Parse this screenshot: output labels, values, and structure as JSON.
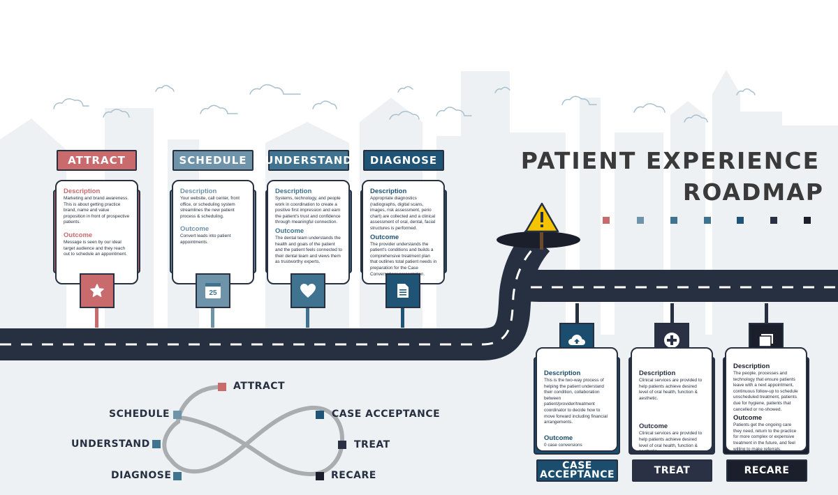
{
  "title": {
    "line1": "PATIENT EXPERIENCE",
    "line2": "ROADMAP"
  },
  "colors": {
    "attract": "#c96a6d",
    "schedule": "#6f93a9",
    "understand": "#3f7390",
    "diagnose": "#1f5476",
    "case_acceptance": "#1a4d6e",
    "treat": "#2a3144",
    "recare": "#1b1f2c",
    "road": "#263041",
    "skyline": "#edf1f4",
    "loop_line": "#a9adb0",
    "palette_dots": [
      "#c96a6d",
      "#6f93a9",
      "#3f7390",
      "#3f7390",
      "#1f5476",
      "#2a3144",
      "#1b1f2c"
    ]
  },
  "stages_top": [
    {
      "title": "ATTRACT",
      "icon": "star-icon",
      "description_label": "Description",
      "description": "Marketing and brand awareness. This is about getting practice brand, name and value proposition in front of prospective patients.",
      "outcome_label": "Outcome",
      "outcome": "Message is seen by our ideal target audience and they reach out to schedule an appointment."
    },
    {
      "title": "SCHEDULE",
      "icon": "calendar-icon",
      "icon_text": "25",
      "description_label": "Description",
      "description": "Your website, call center, front office, or scheduling system streamlines the new patient process & scheduling.",
      "outcome_label": "Outcome",
      "outcome": "Convert leads into patient appointments."
    },
    {
      "title": "UNDERSTAND",
      "icon": "heart-icon",
      "description_label": "Description",
      "description": "Systems, technology, and people work in coordination to create a positive first impression and earn the patient's trust and confidence through meaningful connection.",
      "outcome_label": "Outcome",
      "outcome": "The dental team understands the health and goals of the patient and the patient feels connected to their dental team and views them as trustworthy experts."
    },
    {
      "title": "DIAGNOSE",
      "icon": "document-icon",
      "description_label": "Description",
      "description": "Appropriate diagnostics (radiographs, digital scans, images, risk assessment, perio chart) are collected and a clinical assessment of oral, dental, facial structures is performed.",
      "outcome_label": "Outcome",
      "outcome": "The provider understands the patient's conditions and builds a comprehensive treatment plan that outlines total patient needs in preparation for the Case Conversation/ presentation."
    }
  ],
  "stages_bottom": [
    {
      "title_line1": "CASE",
      "title_line2": "ACCEPTANCE",
      "icon": "cloud-upload-icon",
      "description_label": "Description",
      "description": "This is the two-way process of helping the patient understand their condition, collaboration between patient/provider/treatment coordinator to decide how to move forward including financial arrangements.",
      "outcome_label": "Outcome",
      "outcome": "0 case conversions"
    },
    {
      "title_line1": "TREAT",
      "title_line2": "",
      "icon": "medical-cross-icon",
      "description_label": "Description",
      "description": "Clinical services are provided to help patients achieve desired level of oral health, function & aesthetic.",
      "outcome_label": "Outcome",
      "outcome": "Clinical services are provided to help patients achieve desired level of oral health, function & aesthetic."
    },
    {
      "title_line1": "RECARE",
      "title_line2": "",
      "icon": "folder-icon",
      "description_label": "Description",
      "description": "The people, processes and technology that ensure patients leave with a next appointment, continuous follow-up to schedule unscheduled treatment, patients due for hygiene, patients that cancelled or no-showed.",
      "outcome_label": "Outcome",
      "outcome": "Patients get the ongoing care they need, return to the practice for more complex or expensive treatment in the future, and feel willing to make referrals."
    }
  ],
  "loop_labels": {
    "attract": "ATTRACT",
    "schedule": "SCHEDULE",
    "understand": "UNDERSTAND",
    "diagnose": "DIAGNOSE",
    "case_acceptance": "CASE ACCEPTANCE",
    "treat": "TREAT",
    "recare": "RECARE"
  }
}
